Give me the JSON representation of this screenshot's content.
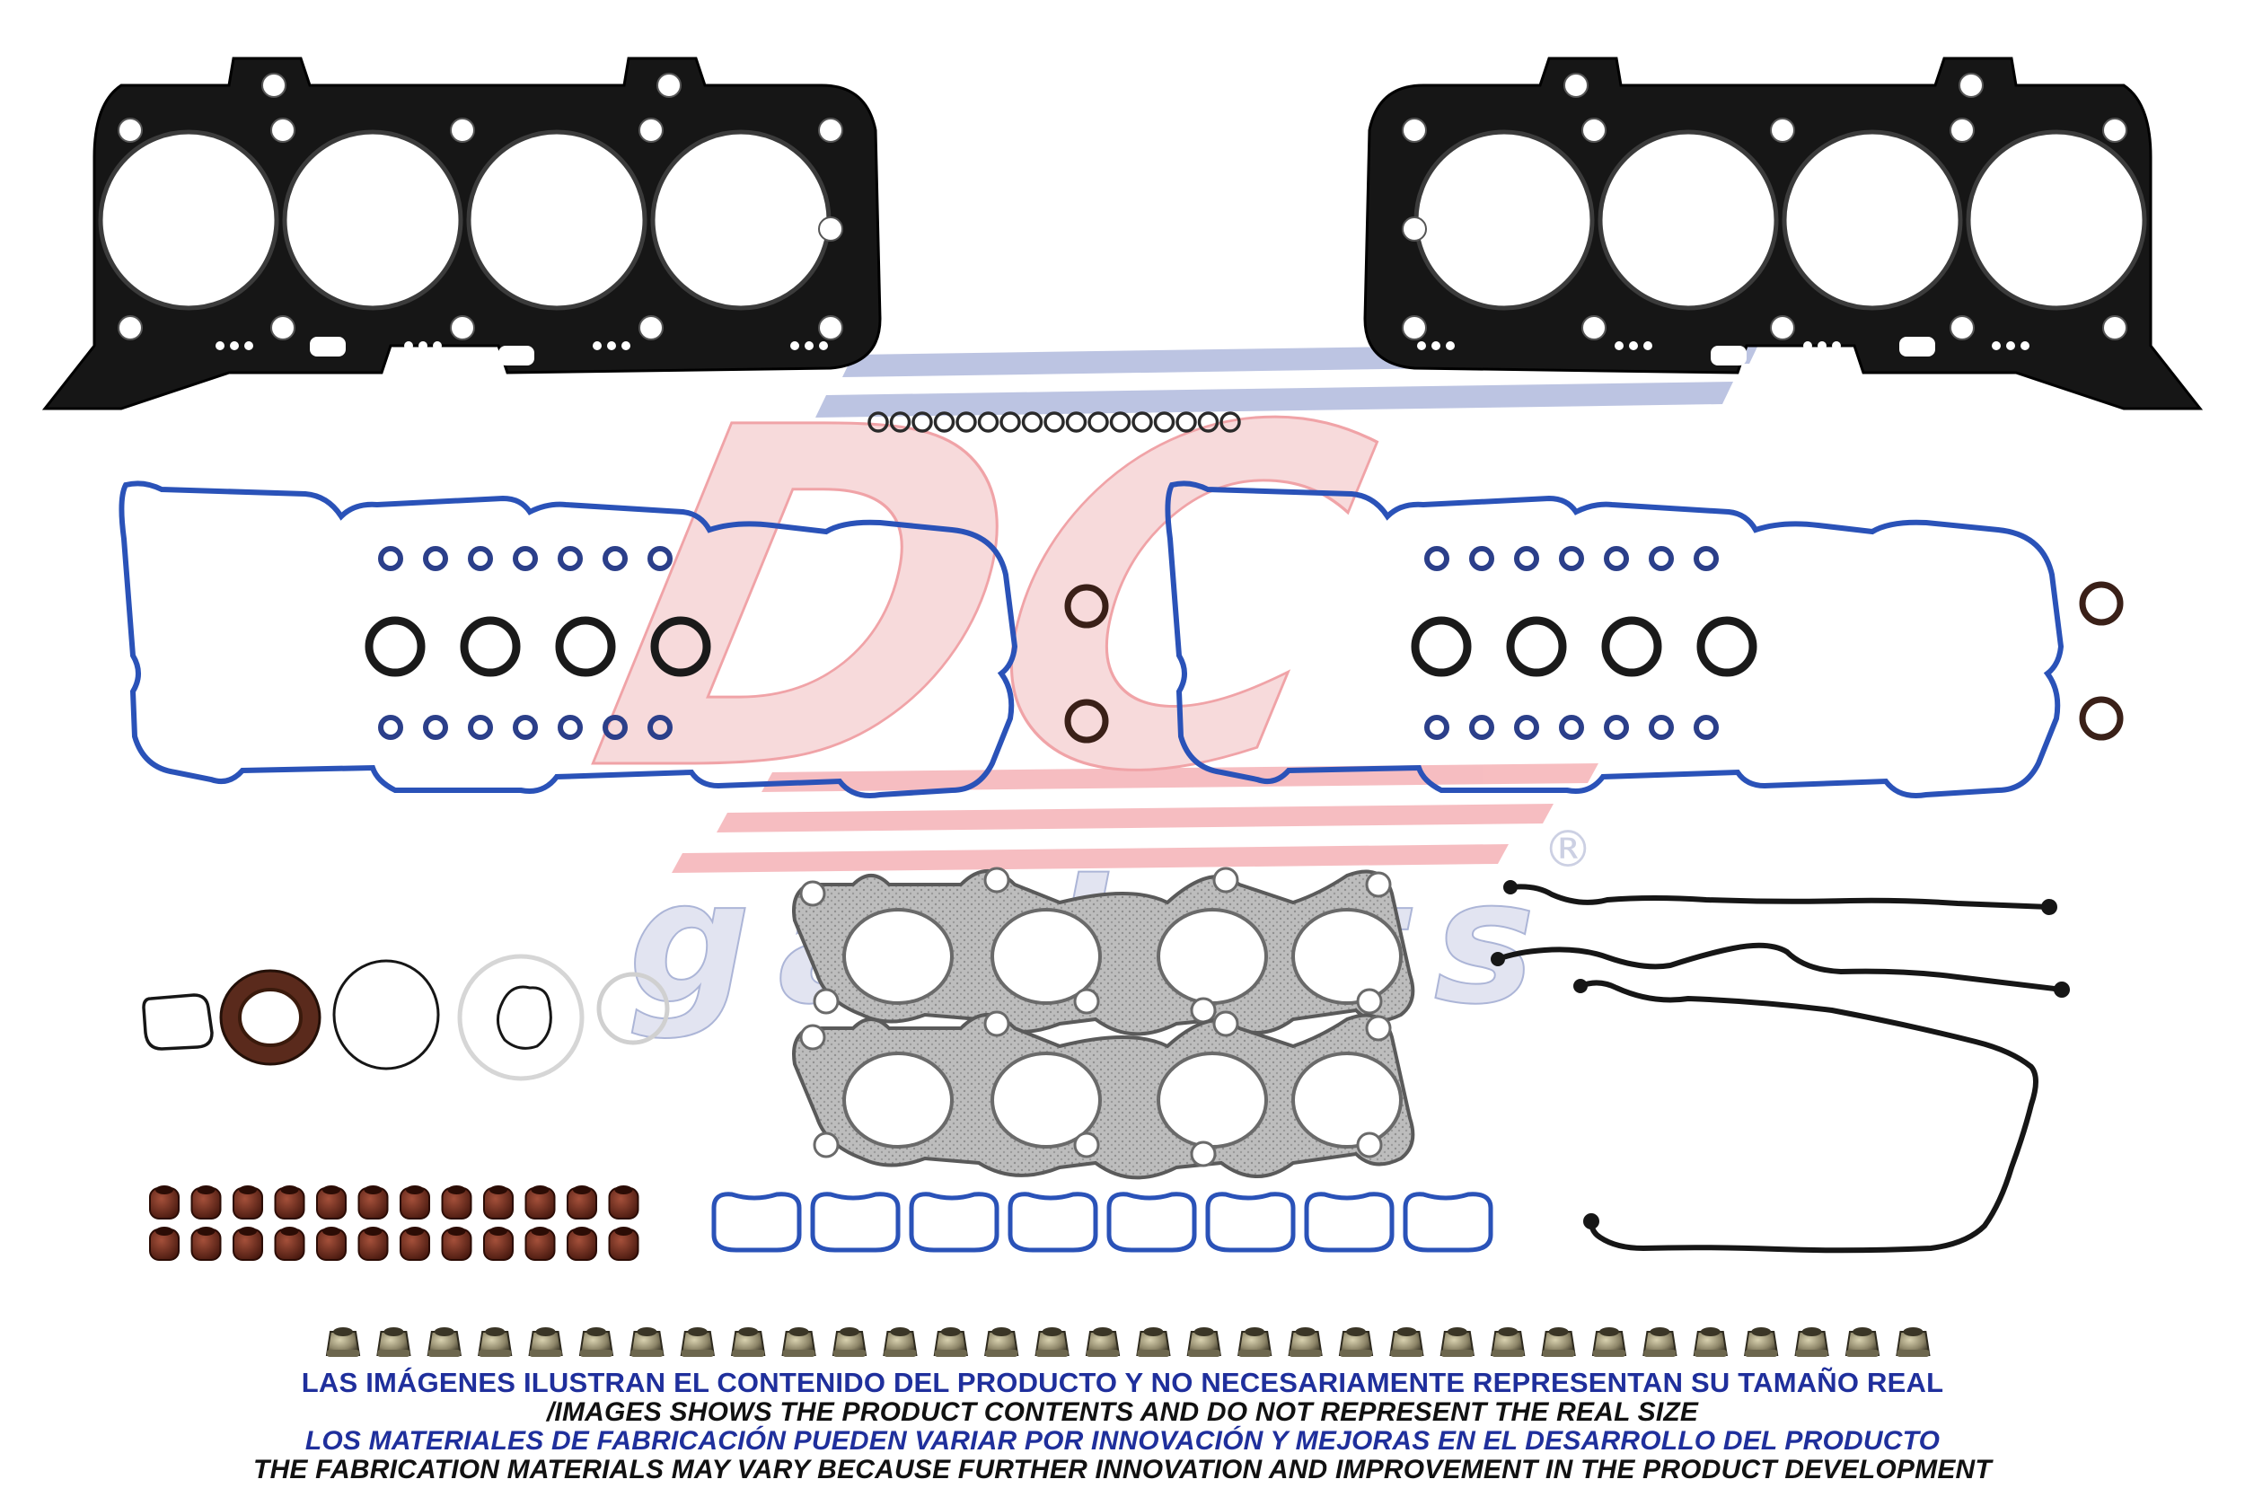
{
  "logo": {
    "brand_letters": "DC",
    "brand_word": "gaskets",
    "registered_mark": "®"
  },
  "colors": {
    "gasket_black": "#161616",
    "gasket_blue": "#2a52b8",
    "seal_brown": "#5a2a1c",
    "exhaust_gray": "#b9b9b9",
    "logo_red": "#e24a52",
    "logo_blue": "#5b6db0",
    "text_blue": "#1f2f9c"
  },
  "disclaimer": {
    "line1": "LAS IMÁGENES ILUSTRAN EL CONTENIDO DEL PRODUCTO Y NO NECESARIAMENTE REPRESENTAN SU TAMAÑO REAL",
    "line2": "/IMAGES SHOWS THE PRODUCT CONTENTS AND DO NOT REPRESENT THE REAL SIZE",
    "line3": "LOS MATERIALES DE FABRICACIÓN PUEDEN VARIAR POR INNOVACIÓN Y MEJORAS EN EL DESARROLLO DEL PRODUCTO",
    "line4": "THE FABRICATION MATERIALS MAY VARY BECAUSE FURTHER INNOVATION AND IMPROVEMENT IN THE PRODUCT DEVELOPMENT"
  }
}
